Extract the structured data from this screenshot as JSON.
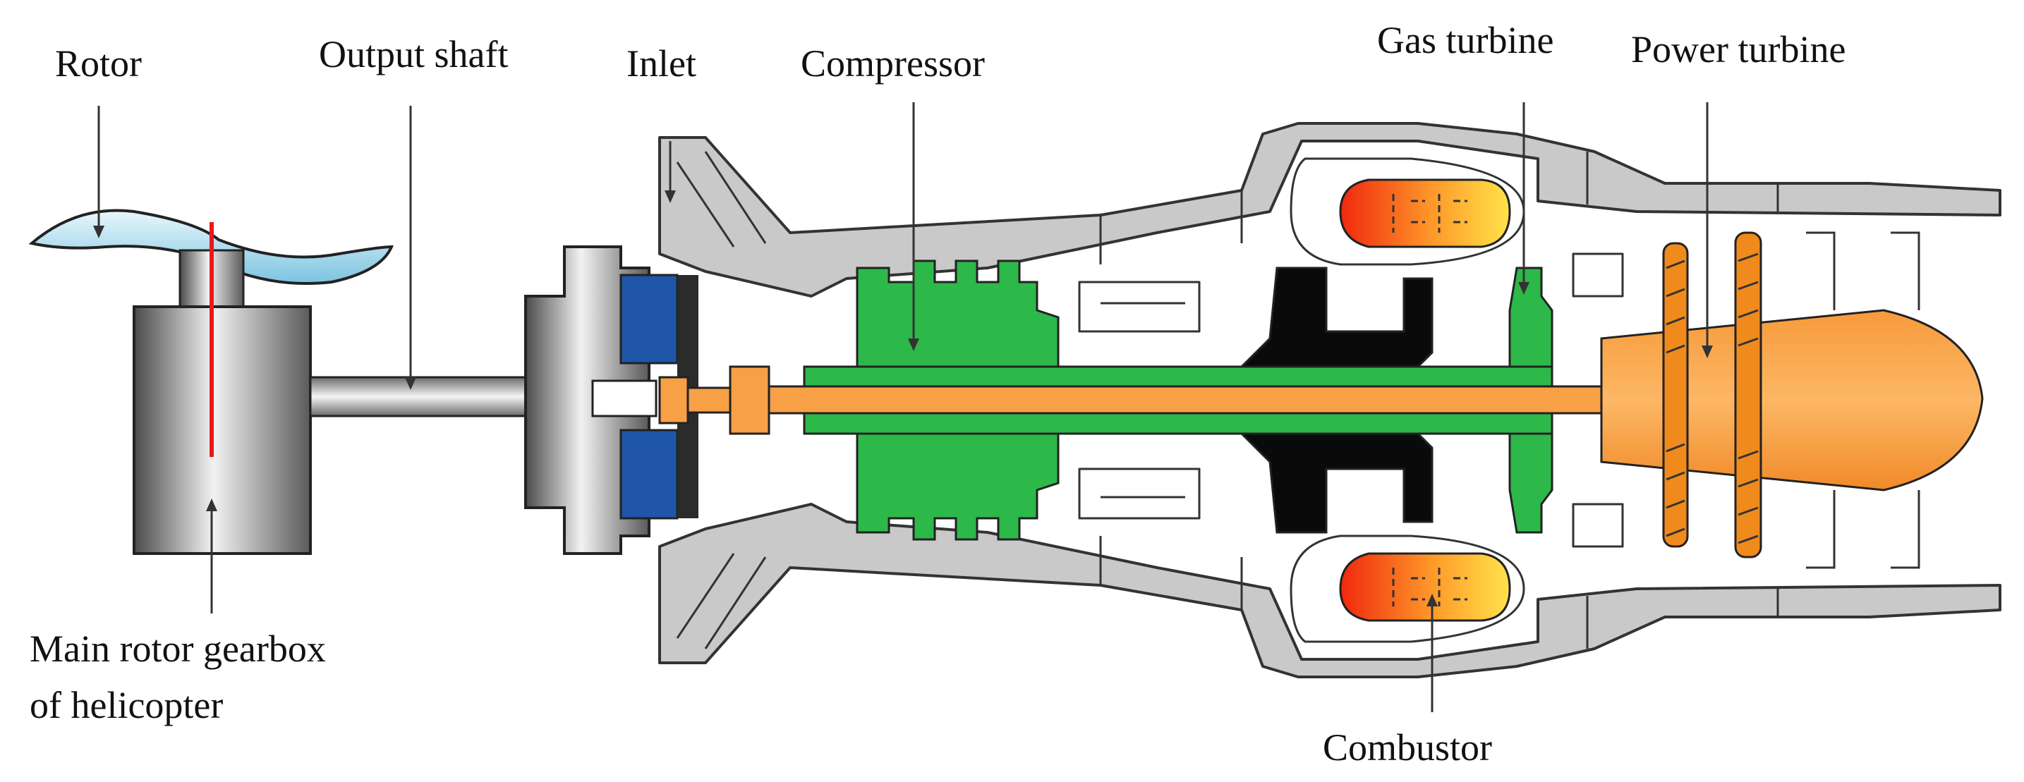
{
  "labels": {
    "rotor": "Rotor",
    "output_shaft": "Output shaft",
    "inlet": "Inlet",
    "compressor": "Compressor",
    "gas_turbine": "Gas turbine",
    "power_turbine": "Power turbine",
    "gearbox_line1": "Main rotor gearbox",
    "gearbox_line2": "of helicopter",
    "combustor": "Combustor"
  },
  "colors": {
    "rotor_blade": "#a8d8ea",
    "gearbox_metal": "#9a9a9a",
    "rotor_axis": "#e8191b",
    "blue_blocks": "#1f56a8",
    "compressor": "#2db84a",
    "power_shaft": "#f7a045",
    "power_turbine_blades": "#f08a1c",
    "combustor_hot": "#f03a12",
    "combustor_warm": "#ffd93d",
    "casing": "#c9c9c9",
    "gas_turbine_disk": "#000000"
  }
}
